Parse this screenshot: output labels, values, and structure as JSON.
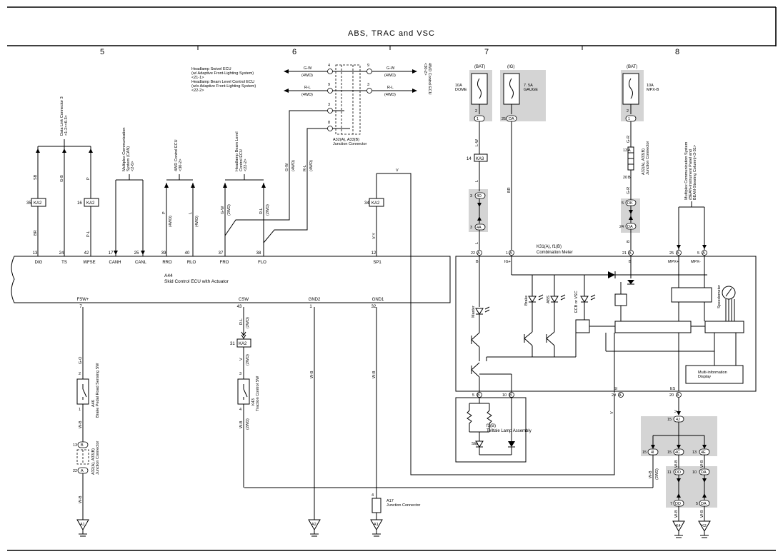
{
  "title": "ABS, TRAC and VSC",
  "columns": [
    "5",
    "6",
    "7",
    "8"
  ],
  "fuses": {
    "bat_label": "(BAT)",
    "ig_label": "(IG)",
    "dome": "10A\nDOME",
    "gauge": "7. 5A\nGAUGE",
    "mpxb": "10A\nMPX-B"
  },
  "skid_ecu": {
    "id": "A44",
    "name": "Skid Control ECU with Actuator",
    "top_pins": [
      {
        "num": "13",
        "name": "DIG"
      },
      {
        "num": "24",
        "name": "TS"
      },
      {
        "num": "42",
        "name": "WFSE"
      },
      {
        "num": "17",
        "name": "CANH"
      },
      {
        "num": "25",
        "name": "CANL"
      },
      {
        "num": "39",
        "name": "RRO"
      },
      {
        "num": "40",
        "name": "RLO"
      },
      {
        "num": "37",
        "name": "FRO"
      },
      {
        "num": "38",
        "name": "FLO"
      },
      {
        "num": "12",
        "name": "SP1"
      }
    ],
    "bottom_pins": [
      {
        "num": "7",
        "name": "FSW+"
      },
      {
        "num": "43",
        "name": "CSW"
      },
      {
        "num": "1",
        "name": "GND2"
      },
      {
        "num": "32",
        "name": "GND1"
      }
    ]
  },
  "meter": {
    "id": "K31(A), f1(B)",
    "name": "Combination Meter",
    "top_pins": [
      {
        "num": "22",
        "pin": "A",
        "name": "B"
      },
      {
        "num": "1",
        "pin": "A",
        "name": "IG+"
      },
      {
        "num": "21",
        "pin": "A",
        "name": "B"
      },
      {
        "num": "25",
        "pin": "A",
        "name": "MPX+"
      },
      {
        "num": "5",
        "pin": "A",
        "name": "MPX-"
      }
    ],
    "bottom_pins": [
      {
        "num": "5",
        "pin": "B",
        "name": ""
      },
      {
        "num": "10",
        "pin": "B",
        "name": ""
      },
      {
        "num": "29",
        "pin": "A",
        "name": "SI"
      },
      {
        "num": "20",
        "pin": "A",
        "name": "ES"
      }
    ],
    "lamps": [
      "Master",
      "Brake",
      "ABS",
      "ECB or VSC"
    ],
    "speedometer": "Speedometer",
    "mid": "Multi-information\nDisplay"
  },
  "teltale": {
    "id": "f1(B)",
    "name": "Telltale Lamp Assembly",
    "slip": "Slip"
  },
  "labels": {
    "dlc": "Data Link Connector 3\n<1-2><6-3>",
    "mpx_can": "Multiplex Communication\nSystem (CAN)\n<2-6>",
    "fwd_ecu": "4WD Control ECU\n<30-2>",
    "beam_level": "Headlamp Beam Level\nControl ECU\n<22-2>",
    "swivel": "Headlamp Swivel ECU\n(w/ Adaptive Front-Lighting System)\n<21-1>\nHeadlamp Beam Level Control ECU\n(w/o Adaptive Front-Lighting System)\n<22-2>",
    "fwd_ecu_right": "4WD Control ECU\n<30-2>",
    "junction_a32": "A32(A), A33(B)\nJunction Connector",
    "junction_a32_r": "A32(A), A33(B)\nJunction Connector",
    "mpx_system": "Multiplex Communication System\n(BEAN-Instrument Panel and\nBEAN-Steering Column)<3-31>",
    "brake_sw_id": "A46",
    "brake_sw": "Brake Pedal Road Sensing SW",
    "trac_sw_id": "K43",
    "trac_sw": "Traction Control SW",
    "junction_left": "A32(A), A33(B)\nJunction Connector",
    "a17": "A17\nJunction Connector"
  },
  "grounds": [
    "A1",
    "A2",
    "A1",
    "K4",
    "K2"
  ],
  "connectors": [
    "KA2",
    "KA2",
    "KA2",
    "KA3",
    "KA2"
  ],
  "wire_colors": [
    "SB",
    "G-B",
    "P",
    "BR",
    "P-L",
    "P",
    "L",
    "G-W",
    "R-L",
    "V-Y",
    "V",
    "L-W",
    "L",
    "G-R",
    "R",
    "B",
    "G-O",
    "W-B",
    "W-B",
    "W-B",
    "V",
    "W-B",
    "W-B"
  ],
  "drive": {
    "fwd": "(4WD)",
    "twd": "(2WD)"
  }
}
